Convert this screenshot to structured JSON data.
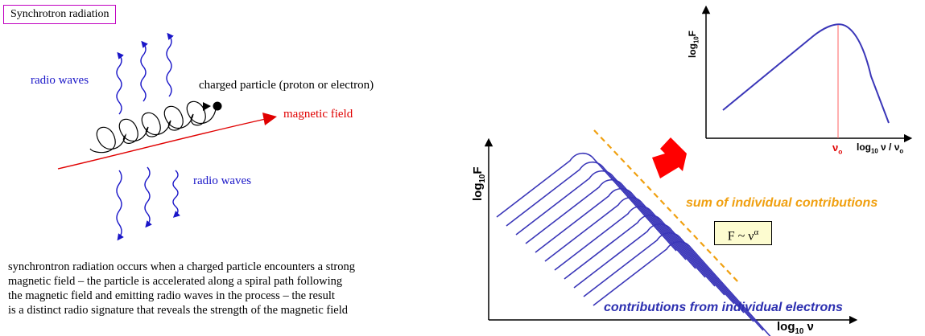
{
  "left_panel": {
    "title": "Synchrotron radiation",
    "radio_waves_top": "radio waves",
    "radio_waves_bottom": "radio waves",
    "charged_particle": "charged particle (proton or electron)",
    "magnetic_field": "magnetic field",
    "caption_lines": [
      "synchrontron radiation occurs when a charged particle encounters a strong",
      "magnetic field – the particle is accelerated along a spiral path following",
      "the magnetic field and emitting radio waves in the process – the result",
      "is a distinct radio signature that reveals the strength of the magnetic field"
    ]
  },
  "right_panel": {
    "inset_y_label_main": "log",
    "inset_y_label_sub": "10",
    "inset_y_label_var": "F",
    "inset_x_label_main": "log",
    "inset_x_label_sub": "10",
    "inset_x_label_var": " ν / ν",
    "inset_x_label_sub2": "o",
    "inset_peak_label_main": "ν",
    "inset_peak_label_sub": "o",
    "main_y_label_main": "log",
    "main_y_label_sub": "10",
    "main_y_label_var": "F",
    "main_x_label_main": "log",
    "main_x_label_sub": "10",
    "main_x_label_var": " ν",
    "sum_label": "sum of individual contributions",
    "formula_main": "F ~ ν",
    "formula_sup": "α",
    "contrib_label": "contributions from individual electrons"
  },
  "colors": {
    "title_border": "#c100c1",
    "wave_blue": "#1a16c8",
    "field_red": "#e00000",
    "curve_blue": "#3a36b8",
    "sum_orange": "#f0a010",
    "arrow_red": "#ff0000",
    "formula_bg": "#fdfcd0"
  }
}
